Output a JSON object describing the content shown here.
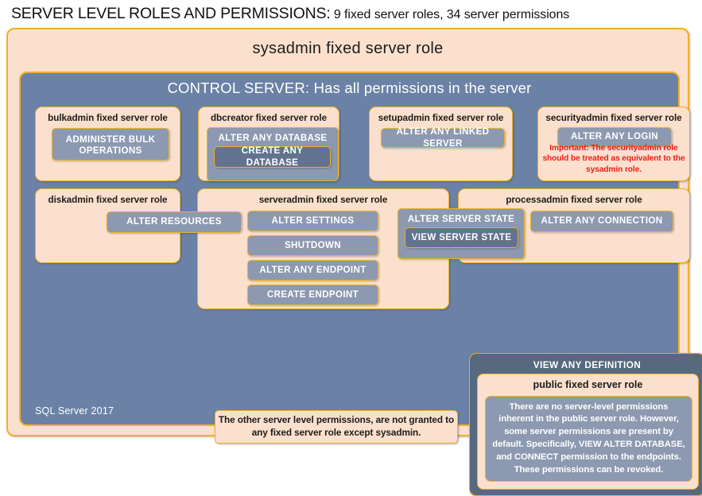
{
  "title": {
    "strong": "SERVER LEVEL ROLES AND PERMISSIONS:",
    "rest": " 9 fixed server roles, 34 server permissions"
  },
  "sysadmin_label": "sysadmin fixed server role",
  "control_server_label": "CONTROL SERVER: Has all permissions in the server",
  "sql_version": "SQL Server 2017",
  "roles": {
    "bulkadmin": {
      "title": "bulkadmin fixed server role",
      "permission": "ADMINISTER  BULK OPERATIONS"
    },
    "dbcreator": {
      "title": "dbcreator fixed server role",
      "permission_outer": "ALTER ANY DATABASE",
      "permission_inner": "CREATE  ANY DATABASE"
    },
    "setupadmin": {
      "title": "setupadmin fixed server role",
      "permission": "ALTER ANY LINKED SERVER"
    },
    "securityadmin": {
      "title": "securityadmin fixed server role",
      "permission": "ALTER ANY LOGIN",
      "warning": "Important:  The securityadmin role should  be treated as equivalent to the sysadmin role."
    },
    "diskadmin": {
      "title": "diskadmin fixed server role",
      "permission": "ALTER RESOURCES"
    },
    "serveradmin": {
      "title": "serveradmin fixed server role",
      "permissions": [
        "ALTER SETTINGS",
        "SHUTDOWN",
        "ALTER ANY ENDPOINT",
        "CREATE  ENDPOINT"
      ],
      "permission_state_outer": "ALTER SERVER STATE",
      "permission_state_inner": "VIEW SERVER STATE"
    },
    "processadmin": {
      "title": "processadmin fixed server role",
      "permission": "ALTER ANY CONNECTION"
    },
    "public": {
      "view_any_definition": "VIEW ANY DEFINITION",
      "title": "public  fixed server role",
      "description": "There are no server-level permissions inherent in the public server role. However, some server permissions are present by default. Specifically, VIEW ALTER DATABASE, and CONNECT permission to the endpoints. These permissions can be revoked."
    }
  },
  "note": "The other server level permissions,  are not granted to any fixed server role except sysadmin.",
  "colors": {
    "peach": "#fbe0cd",
    "gold_border": "#f0b02c",
    "slate": "#6b82a6",
    "pill": "#8c99b0",
    "pill_dark": "#63738f",
    "group_dark": "#56697f",
    "warning_red": "#ef1c18"
  }
}
